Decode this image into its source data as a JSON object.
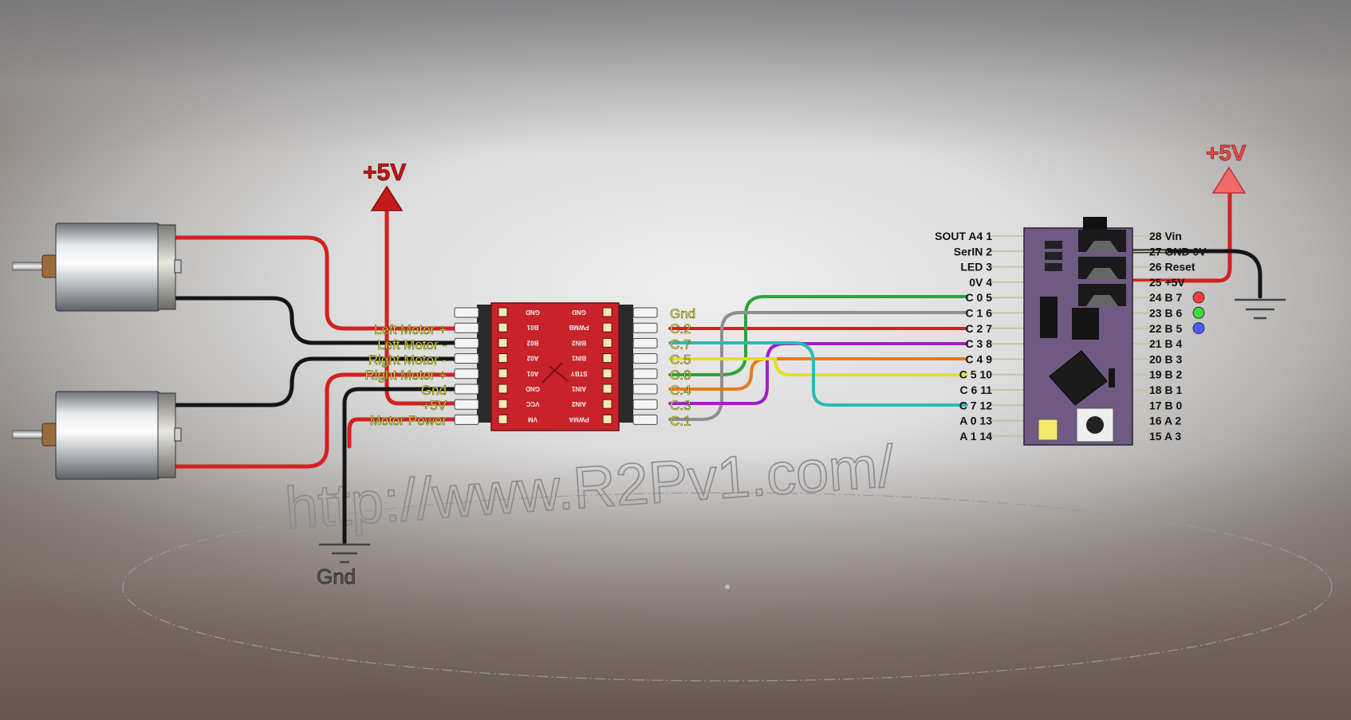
{
  "power_labels": {
    "left_5v": "+5V",
    "right_5v": "+5V",
    "gnd": "Gnd"
  },
  "watermark": "http://www.R2Pv1.com/",
  "driver_left_labels": [
    "Left Motor +",
    "Left Motor -",
    "Right Motor -",
    "Right Motor +",
    "Gnd",
    "+5V",
    "Motor Power"
  ],
  "driver_right_labels": [
    "Gnd",
    "C.2",
    "C.7",
    "C.5",
    "C.0",
    "C.4",
    "C.3",
    "C.1"
  ],
  "driver_board_pins_left": [
    "GND",
    "B01",
    "B02",
    "A02",
    "A01",
    "GND",
    "VCC",
    "VM"
  ],
  "driver_board_pins_right": [
    "GND",
    "PWMB",
    "BIN2",
    "BIN1",
    "STBY",
    "AIN1",
    "AIN2",
    "PWMA"
  ],
  "mcu_left_pins": [
    "SOUT A4  1",
    "SerIN 2",
    "LED 3",
    "0V 4",
    "C 0  5",
    "C 1  6",
    "C 2  7",
    "C 3  8",
    "C 4  9",
    "C 5  10",
    "C 6  11",
    "C 7  12",
    "A 0  13",
    "A 1  14"
  ],
  "mcu_right_pins": [
    "28  Vin",
    "27  GND 0V",
    "26  Reset",
    "25  +5V",
    "24  B 7",
    "23  B 6",
    "22  B 5",
    "21  B 4",
    "20  B 3",
    "19  B 2",
    "18  B 1",
    "17  B 0",
    "16  A 2",
    "15  A 3"
  ],
  "colors": {
    "red": "#d42020",
    "black": "#151515",
    "green": "#2ea33a",
    "gray": "#8f8f8f",
    "cyan": "#2fb8b8",
    "purple": "#a020c8",
    "orange": "#e67a1e",
    "yellow": "#e6e020",
    "board_red": "#c8222a",
    "mcu_purple": "#6e5a82",
    "led_red": "#ff3b3b",
    "led_green": "#3bdc3b",
    "led_blue": "#4a5cff"
  }
}
